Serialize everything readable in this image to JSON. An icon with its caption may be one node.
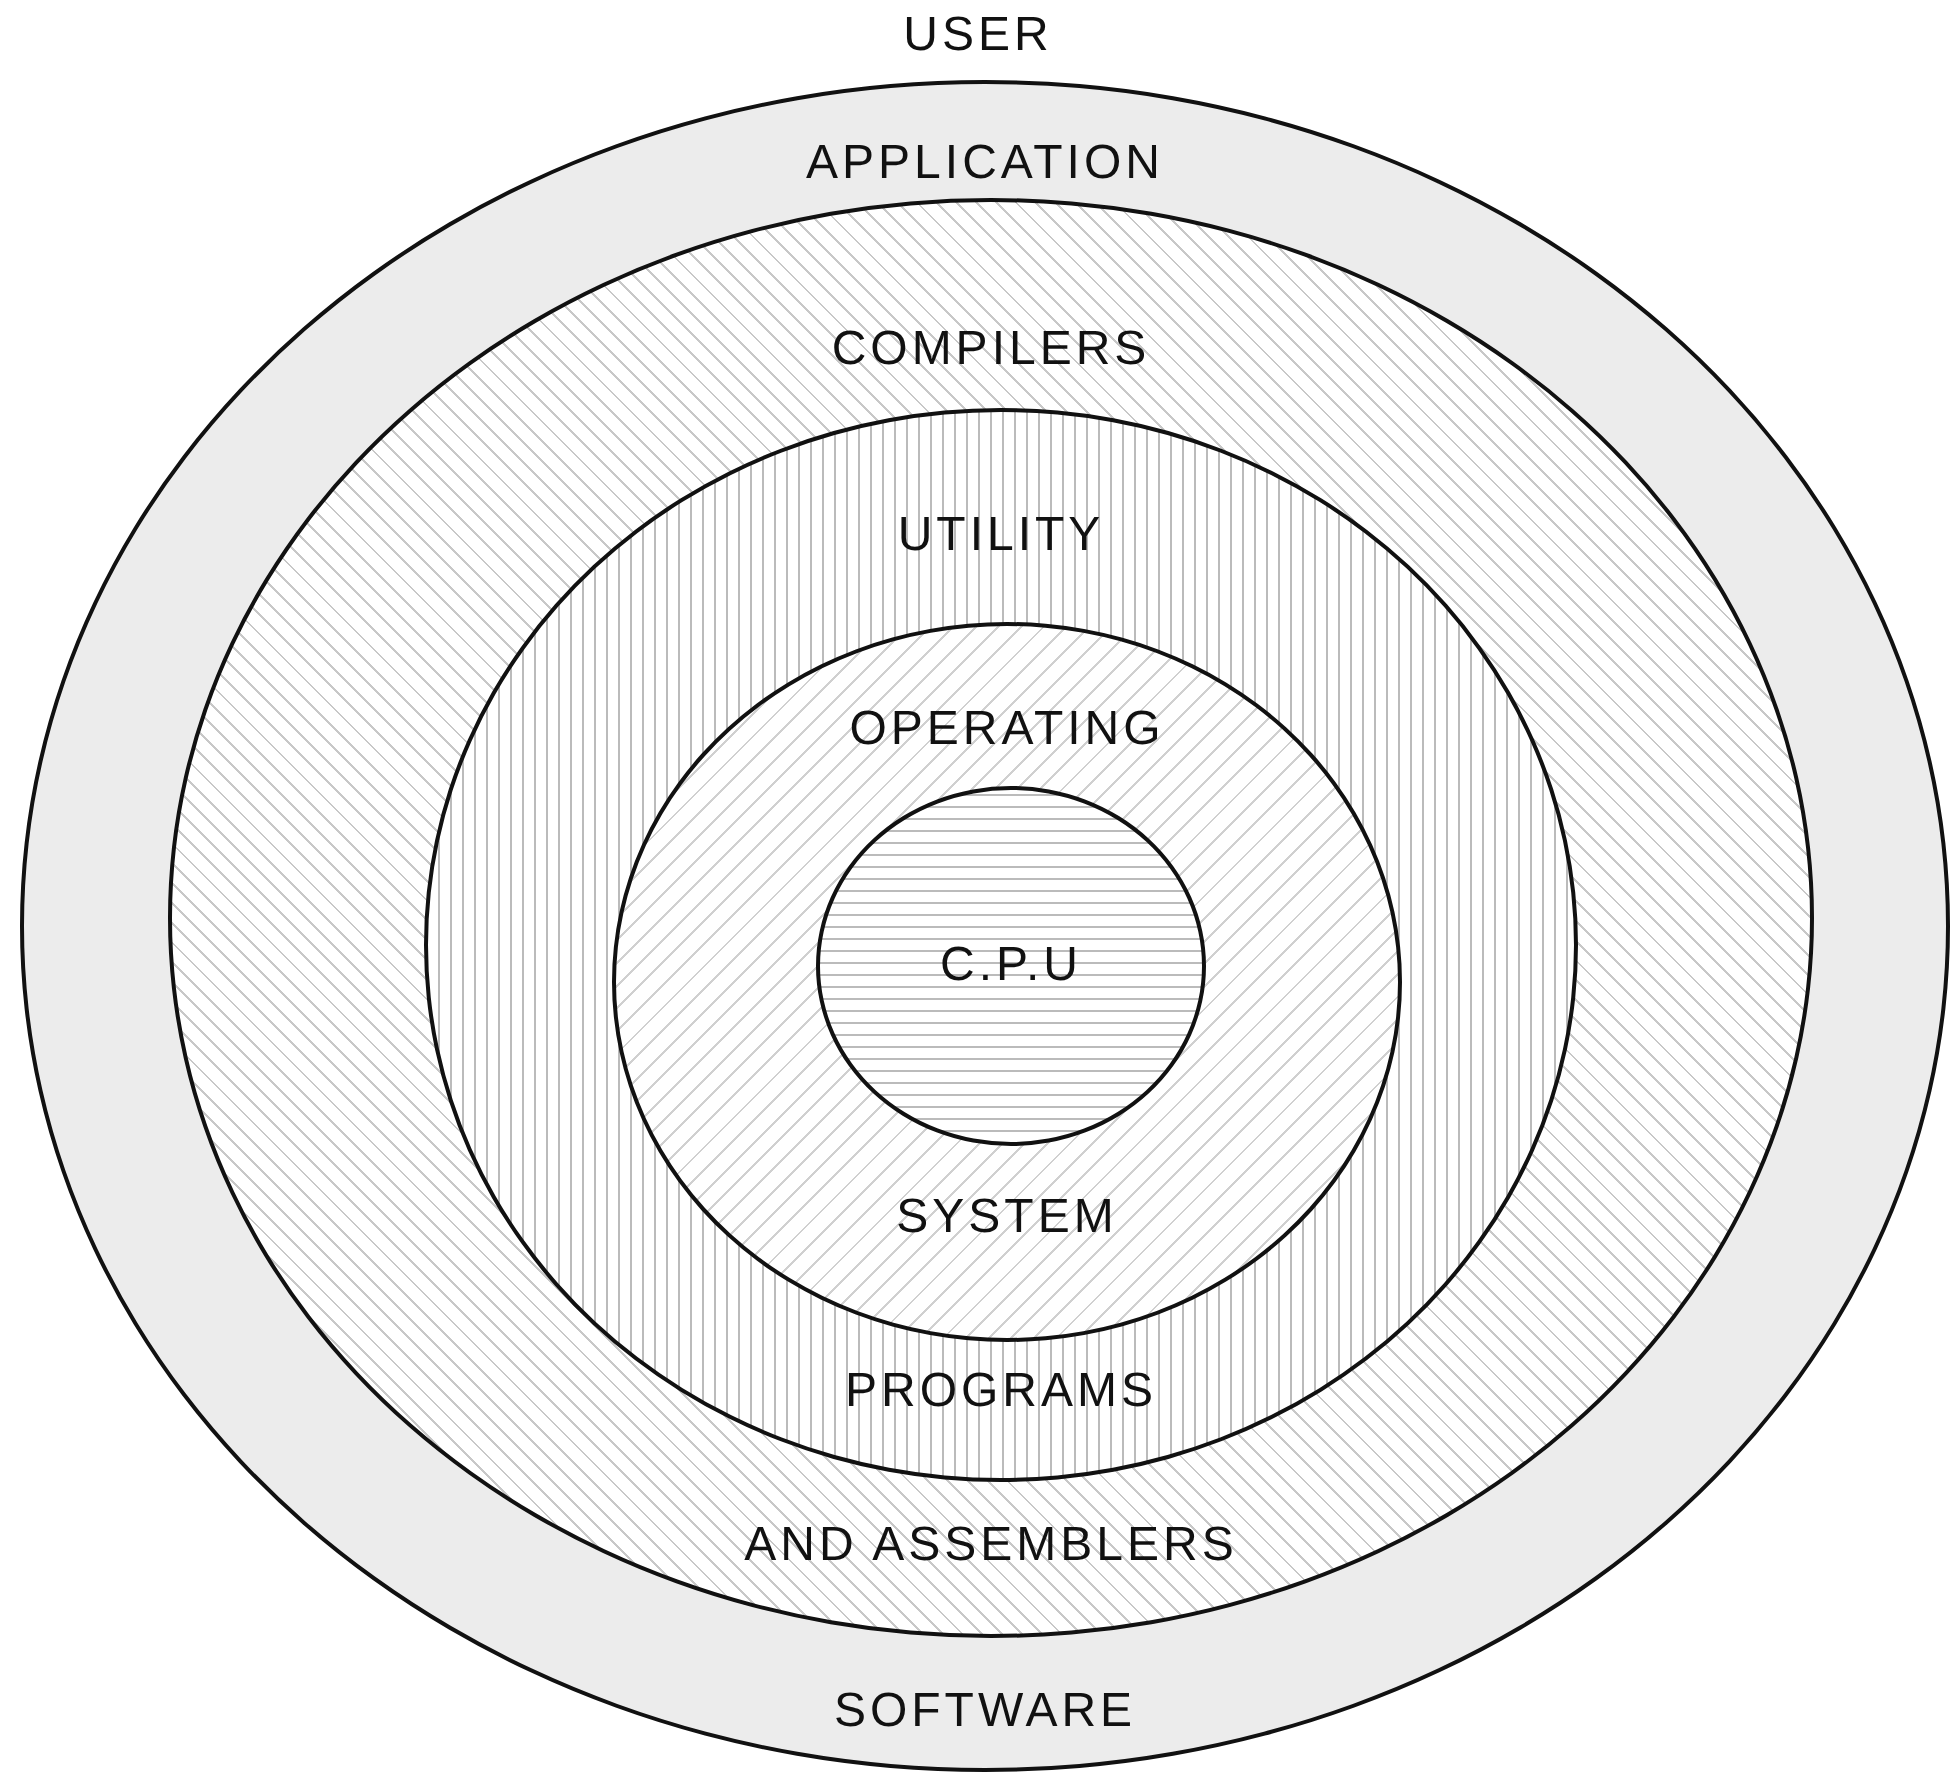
{
  "diagram": {
    "nodes": [
      {
        "text": [
          "APPLICATION",
          "SOFTWARE"
        ]
      },
      {
        "text": [
          "COMPILERS",
          "AND ASSEMBLERS"
        ],
        "in": 0
      },
      {
        "text": [
          "UTILITY",
          "PROGRAMS"
        ],
        "in": 1
      },
      {
        "text": [
          "OPERATING",
          "SYSTEM"
        ],
        "in": 2
      },
      {
        "text": [
          "C.P.U"
        ],
        "in": 3
      }
    ],
    "labels": [
      "USER"
    ]
  }
}
